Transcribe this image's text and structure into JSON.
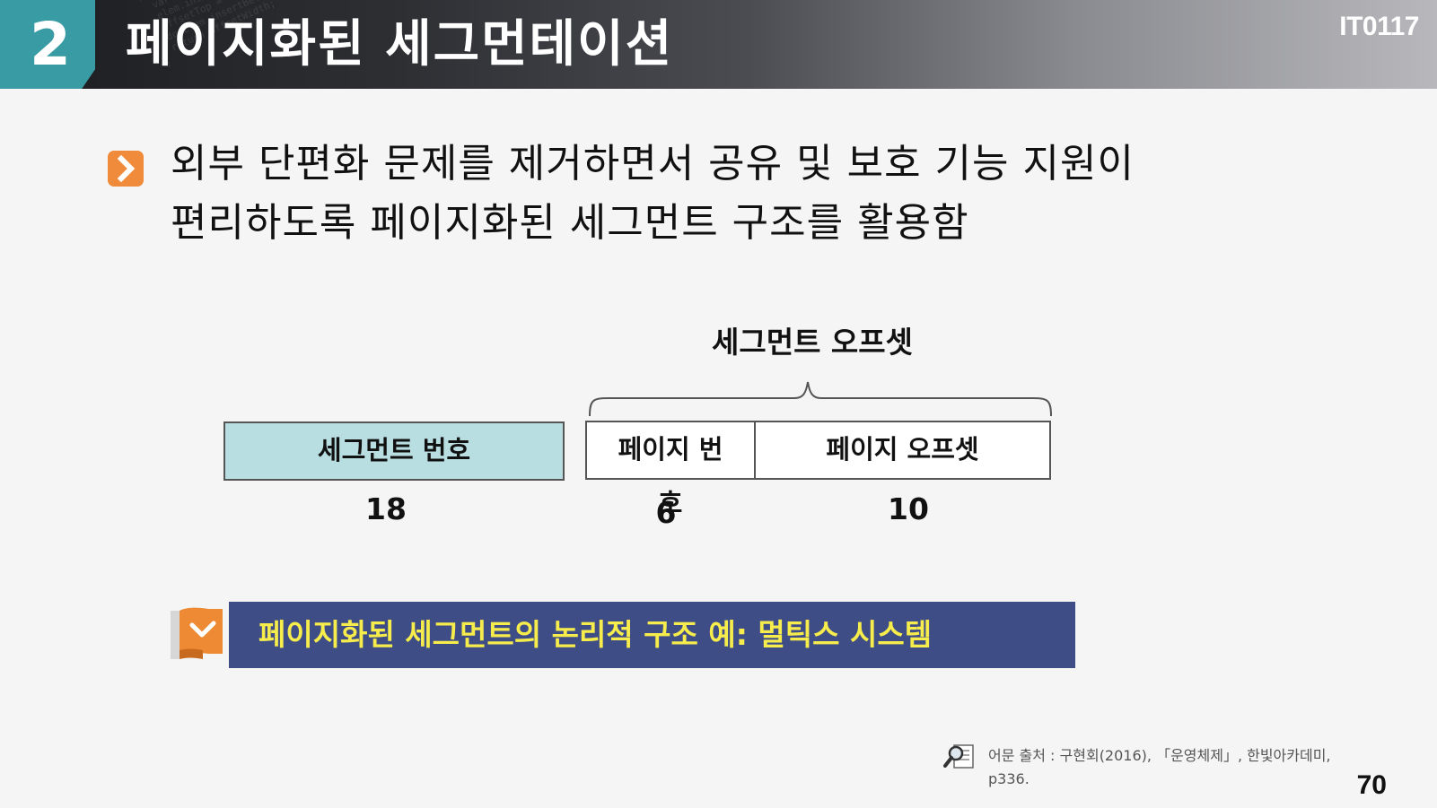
{
  "header": {
    "section_number": "2",
    "title": "페이지화된 세그먼테이션",
    "course_code": "IT0117"
  },
  "bullet": {
    "icon": "chevron-right-icon",
    "line1": "외부 단편화 문제를 제거하면서 공유 및 보호 기능 지원이",
    "line2": "편리하도록 페이지화된 세그먼트 구조를 활용함"
  },
  "diagram": {
    "offset_title": "세그먼트 오프셋",
    "segment_number_label": "세그먼트 번호",
    "page_number_label": "페이지 번호",
    "page_offset_label": "페이지 오프셋",
    "segment_number_bits": "18",
    "page_number_bits": "6",
    "page_offset_bits": "10",
    "segment_box_color": "#b9dee2"
  },
  "caption": {
    "text": "페이지화된 세그먼트의 논리적 구조 예: 멀틱스 시스템",
    "icon": "checkmark-ribbon-icon",
    "bar_color": "#3f4d87",
    "text_color": "#f6ec4b"
  },
  "source": {
    "icon": "magnifier-document-icon",
    "line1": "어문 출처 : 구현회(2016), 「운영체제」, 한빛아카데미,",
    "line2": "p336."
  },
  "page_number": "70",
  "colors": {
    "accent_teal": "#399ba4",
    "accent_orange": "#ef8b3a"
  }
}
